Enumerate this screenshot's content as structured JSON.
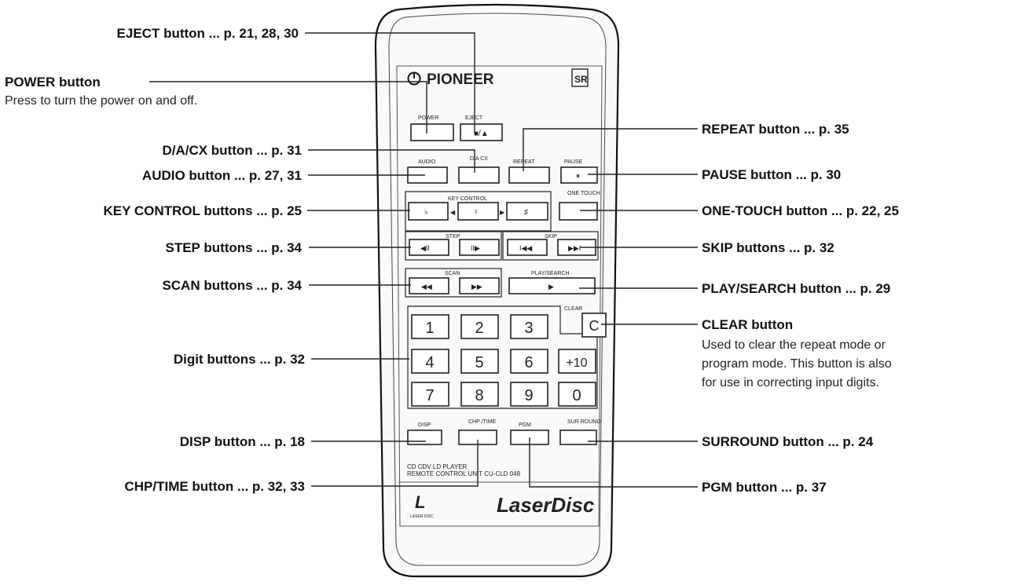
{
  "remote": {
    "brand": "PIONEER",
    "sr_badge": "SR",
    "model_line1": "CD CDV LD PLAYER",
    "model_line2": "REMOTE CONTROL UNIT CU-CLD 048",
    "laserdisc_logo": "LaserDisc",
    "small_logo": "LASER DISC",
    "keys": {
      "power": "POWER",
      "eject": "EJECT",
      "audio": "AUDIO",
      "da_cx": "D/A CX",
      "repeat": "REPEAT",
      "pause": "PAUSE",
      "key_control": "KEY CONTROL",
      "one_touch": "ONE TOUCH",
      "step": "STEP",
      "skip": "SKIP",
      "scan": "SCAN",
      "play_search": "PLAY/SEARCH",
      "clear": "CLEAR",
      "clear_key": "C",
      "disp": "DISP",
      "chp_time": "CHP /TIME",
      "pgm": "PGM",
      "surround": "SUR ROUND"
    },
    "digits": [
      "1",
      "2",
      "3",
      "4",
      "5",
      "6",
      "+10",
      "7",
      "8",
      "9",
      "0"
    ]
  },
  "callouts": {
    "eject": "EJECT button ... p. 21, 28, 30",
    "power": "POWER button",
    "power_desc": "Press to turn the power on and off.",
    "da_cx": "D/A/CX button ... p. 31",
    "audio": "AUDIO button ... p. 27, 31",
    "key_control": "KEY CONTROL buttons ... p. 25",
    "step": "STEP buttons ... p. 34",
    "scan": "SCAN buttons ... p. 34",
    "digit": "Digit  buttons ... p. 32",
    "disp": "DISP button ... p. 18",
    "chp_time": "CHP/TIME button ... p. 32, 33",
    "repeat": "REPEAT button ... p. 35",
    "pause": "PAUSE button ... p. 30",
    "one_touch": "ONE-TOUCH button ... p. 22, 25",
    "skip": "SKIP buttons ... p. 32",
    "play_search": "PLAY/SEARCH button ... p. 29",
    "clear": "CLEAR button",
    "clear_desc": [
      "Used to clear the repeat mode or",
      "program mode.  This button is also",
      "for use in correcting input digits."
    ],
    "surround": "SURROUND button ... p. 24",
    "pgm": "PGM button ... p. 37"
  }
}
